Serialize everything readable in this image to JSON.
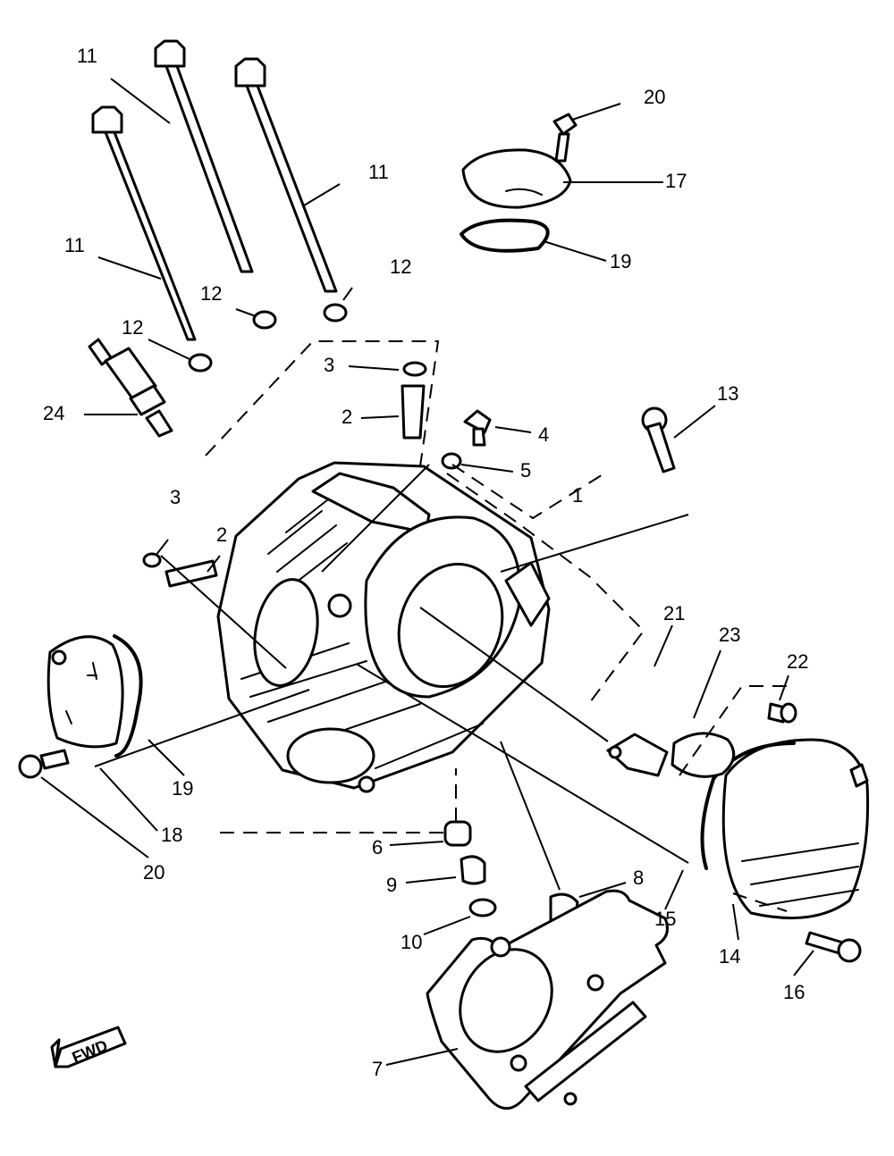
{
  "callouts": [
    {
      "id": "11a",
      "text": "11"
    },
    {
      "id": "11b",
      "text": "11"
    },
    {
      "id": "11c",
      "text": "11"
    },
    {
      "id": "12a",
      "text": "12"
    },
    {
      "id": "12b",
      "text": "12"
    },
    {
      "id": "12c",
      "text": "12"
    },
    {
      "id": "24",
      "text": "24"
    },
    {
      "id": "3a",
      "text": "3"
    },
    {
      "id": "2a",
      "text": "2"
    },
    {
      "id": "4",
      "text": "4"
    },
    {
      "id": "5",
      "text": "5"
    },
    {
      "id": "1",
      "text": "1"
    },
    {
      "id": "3b",
      "text": "3"
    },
    {
      "id": "2b",
      "text": "2"
    },
    {
      "id": "20a",
      "text": "20"
    },
    {
      "id": "17",
      "text": "17"
    },
    {
      "id": "19a",
      "text": "19"
    },
    {
      "id": "13",
      "text": "13"
    },
    {
      "id": "21",
      "text": "21"
    },
    {
      "id": "23",
      "text": "23"
    },
    {
      "id": "22",
      "text": "22"
    },
    {
      "id": "19b",
      "text": "19"
    },
    {
      "id": "18",
      "text": "18"
    },
    {
      "id": "20b",
      "text": "20"
    },
    {
      "id": "6",
      "text": "6"
    },
    {
      "id": "9",
      "text": "9"
    },
    {
      "id": "8",
      "text": "8"
    },
    {
      "id": "10",
      "text": "10"
    },
    {
      "id": "15",
      "text": "15"
    },
    {
      "id": "14",
      "text": "14"
    },
    {
      "id": "16",
      "text": "16"
    },
    {
      "id": "7",
      "text": "7"
    }
  ],
  "fwd_label": "FWD"
}
